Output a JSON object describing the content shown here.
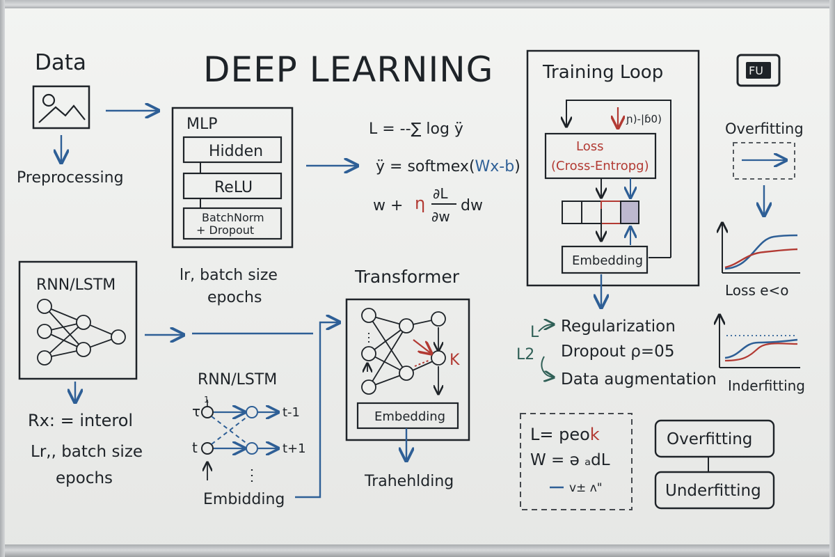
{
  "title": "DEEP LEARNING",
  "logo_text": "FU",
  "data_section": {
    "label": "Data",
    "preprocessing": "Preprocessing"
  },
  "mlp": {
    "title": "MLP",
    "layers": [
      "Hidden",
      "ReLU"
    ],
    "batchnorm_line1": "BatchNorm",
    "batchnorm_line2": "+ Dropout",
    "hyper_line1": "lr, batch size",
    "hyper_line2": "epochs"
  },
  "equations": {
    "loss": "L = --∑ log ÿ",
    "softmax_prefix": "ÿ = softmex(",
    "softmax_arg": "Wx-b",
    "softmax_suffix": ")",
    "update_w": "w +",
    "update_eta": "η",
    "update_num": "∂L",
    "update_den": "∂w",
    "update_tail": "dw"
  },
  "rnn_box": {
    "title": "RNN/LSTM",
    "rx": "Rx: = interol",
    "hyper_line1": "Lr,, batch size",
    "hyper_line2": "epochs"
  },
  "rnn_unrolled": {
    "title": "RNN/LSTM",
    "t_top": "τ",
    "t_top_sup": "1",
    "t_minus": "t-1",
    "t_bottom": "t",
    "t_plus": "t+1",
    "embedding": "Embidding"
  },
  "transformer": {
    "title": "Transformer",
    "k_label": "K",
    "embedding": "Embedding",
    "caption": "Trahehlding"
  },
  "training_loop": {
    "title": "Training Loop",
    "red_note": "ɲ)-|ɓ0)",
    "loss_line1": "Loss",
    "loss_line2": "(Cross-Entropg)",
    "embedding": "Embedding"
  },
  "regularization": {
    "l1": "L",
    "l2": "L2",
    "items": [
      "Regularization",
      "Dropout ρ=05",
      "Data augmentation"
    ]
  },
  "dashed_note": {
    "line1_a": "L=  peo",
    "line1_b": "k",
    "line2": "W = ə ₐdL",
    "line3": "v± ʌ\""
  },
  "fit_boxes": [
    "Overfitting",
    "Underfitting"
  ],
  "right_column": {
    "overfitting": "Overfitting",
    "chart1_caption": "Loss  e<o",
    "chart2_caption": "Inderfitting"
  },
  "colors": {
    "ink": "#1e2328",
    "blue": "#2e5f96",
    "red": "#b23a33",
    "teal": "#2f5f56",
    "board": "#eeefed",
    "purple_cell": "#bdb8cf"
  }
}
